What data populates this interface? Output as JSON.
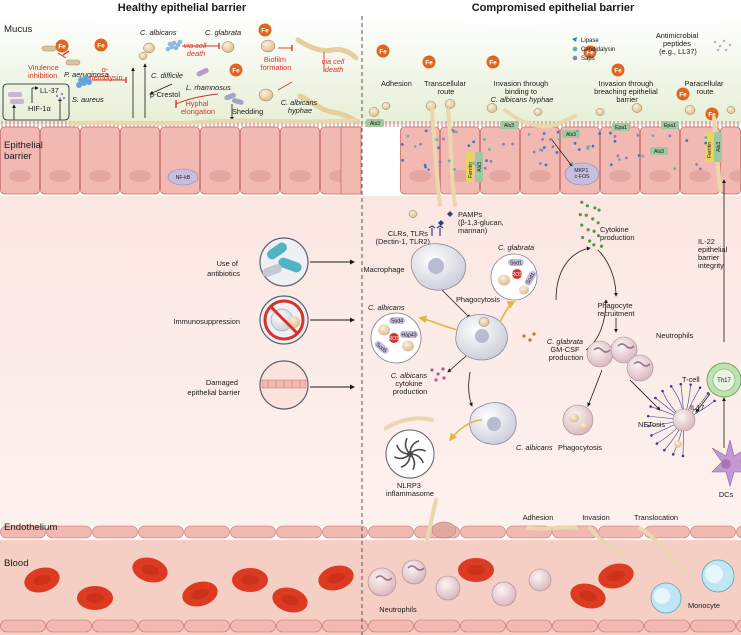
{
  "headings": {
    "healthy": "Healthy epithelial barrier",
    "compromised": "Compromised epithelial barrier"
  },
  "sections": {
    "mucus": "Mucus",
    "epithelial_barrier": [
      "Epithelial",
      "barrier"
    ],
    "endothelium": "Endothelium",
    "blood": "Blood"
  },
  "fe": "Fe",
  "healthy_labels": {
    "virulence_inhibition": [
      "Virulence",
      "inhibition"
    ],
    "p_aeruginosa": [
      "P. aeruginosa"
    ],
    "ll37": "LL-37",
    "hif": "HIF-1α",
    "s_aureus": "S. aureus",
    "alpha_hemolysin": [
      "α-",
      "hemolysin"
    ],
    "c_albicans": "C. albicans",
    "p_crestol": "p-Crestol",
    "c_difficile": "C. difficile",
    "via_cell_death_1": [
      "via cell",
      "death"
    ],
    "c_glabrata": "C. glabrata",
    "l_rhamnosus": "L. rhamnosus",
    "hyphal_elongation": [
      "Hyphal",
      "elongation"
    ],
    "shedding": "Shedding",
    "biofilm_formation": [
      "Biofilm",
      "formation"
    ],
    "via_cell_death_2": [
      "via cell",
      "death"
    ],
    "c_albicans_hyphae": [
      "C. albicans",
      "hyphae"
    ],
    "nfkb": "NF-kB"
  },
  "compromised_labels": {
    "adhesion": "Adhesion",
    "transcellular": [
      "Transcellular",
      "route"
    ],
    "invasion_hyphae": [
      "Invasion through",
      "binding to",
      "C. albicans hyphae"
    ],
    "invasion_breaching": [
      "Invasion through",
      "breaching epithelial",
      "barrier"
    ],
    "paracellular": [
      "Paracellular",
      "route"
    ],
    "antimicrobial": [
      "Antimicrobial",
      "peptides",
      "(e.g., LL37)"
    ],
    "legend": [
      "Lipase",
      "Candidalysin",
      "Saps"
    ],
    "als3": "Als3",
    "epa1": "Epa1",
    "ferritin": "Ferritin",
    "mkp1": [
      "MKP1",
      "c-FOS"
    ],
    "pamps": [
      "PAMPs",
      "(β-1,3-glucan,",
      "mannan)"
    ],
    "clrs": [
      "CLRs, TLRs",
      "(Dectin-1, TLR2)"
    ],
    "macrophage": "Macrophage",
    "cytokine_production": [
      "Cytokine",
      "production"
    ],
    "il22": [
      "IL-22",
      "epithelial",
      "barrier",
      "integrity"
    ],
    "c_glabrata": "C. glabrata",
    "sod1": "Sod1",
    "ros": "ROS",
    "phagocytosis": "Phagocytosis",
    "c_albicans": "C. albicans",
    "sod4": "Sod4",
    "sod5": "Sod5",
    "hap43": "Hap43",
    "phagocyte_recruitment": [
      "Phagocyte",
      "recruitment"
    ],
    "neutrophils": "Neutrophils",
    "gmcsf": [
      "C. glabrata",
      "GM-CSF",
      "production"
    ],
    "c_albicans_cytokine": [
      "C. albicans",
      "cytokine",
      "production"
    ],
    "c_albicans_2": "C. albicans",
    "nlrp3": [
      "NLRP3",
      "inflammasome"
    ],
    "tcell": "T-cell",
    "th17": "Th17",
    "il17": "IL17",
    "netosis": "NETosis",
    "phagocytosis_2": "Phagocytosis",
    "dcs": "DCs"
  },
  "left_panel": {
    "antibiotics": [
      "Use of",
      "antibiotics"
    ],
    "immunosuppression": "Immunosuppression",
    "damaged": [
      "Damaged",
      "epithelial barrier"
    ]
  },
  "blood_labels": {
    "adhesion": "Adhesion",
    "invasion": "Invasion",
    "translocation": "Translocation",
    "neutrophils": "Neutrophils",
    "monocyte": "Monocyte"
  },
  "colors": {
    "fe": "#e0661d",
    "epithelium": "#f2b9b2",
    "epithelium_border": "#c96b66",
    "mucus": "#eaf2dc",
    "blood": "#f6cfc4",
    "rbc": "#dc3b22",
    "red_text": "#d9312b"
  }
}
